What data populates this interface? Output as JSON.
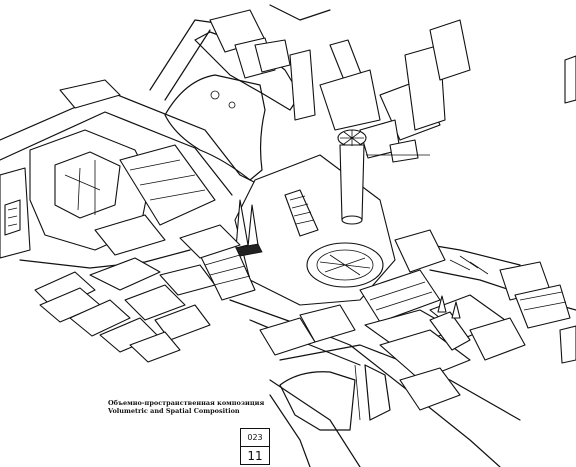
{
  "caption": {
    "ru": "Объемно-пространственная композиция",
    "en": "Volumetric and Spatial Composition"
  },
  "page": {
    "sheet_code": "023",
    "sheet_number": "11"
  },
  "colors": {
    "ink": "#111111",
    "paper": "#ffffff"
  }
}
